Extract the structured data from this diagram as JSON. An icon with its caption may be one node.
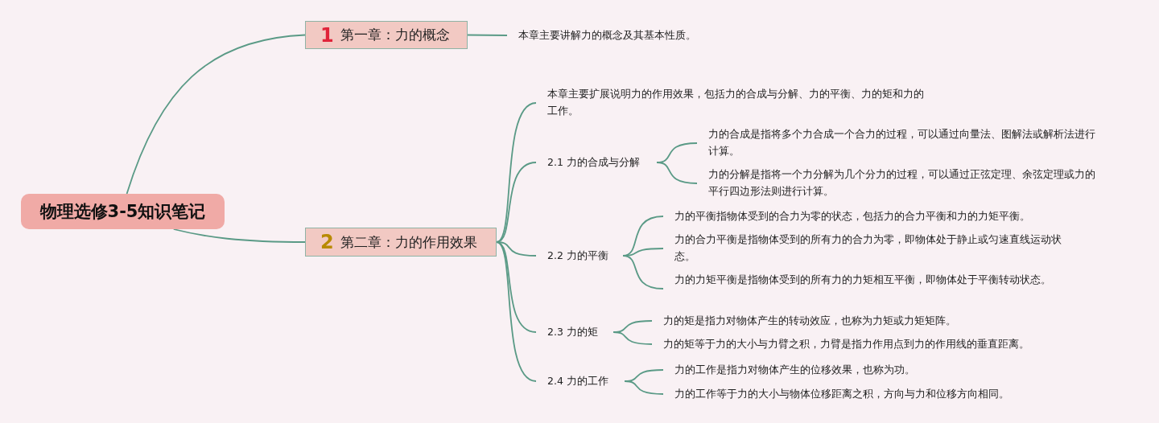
{
  "diagram": {
    "nodes": [
      {
        "text": [
          "物理选修3-5知识笔记"
        ]
      },
      {
        "text": [
          "1",
          "第一章：力的概念"
        ]
      },
      {
        "text": [
          "本章主要讲解力的概念及其基本性质。"
        ]
      },
      {
        "text": [
          "2",
          "第二章：力的作用效果"
        ]
      },
      {
        "text": [
          "本章主要扩展说明力的作用效果，包括力的合成与分解、力的平衡、力的矩和力的工作。"
        ]
      },
      {
        "text": [
          "2.1 力的合成与分解"
        ]
      },
      {
        "text": [
          "力的合成是指将多个力合成一个合力的过程，可以通过向量法、图解法或解析法进行计算。"
        ]
      },
      {
        "text": [
          "力的分解是指将一个力分解为几个分力的过程，可以通过正弦定理、余弦定理或力的平行四边形法则进行计算。"
        ]
      },
      {
        "text": [
          "2.2 力的平衡"
        ]
      },
      {
        "text": [
          "力的平衡指物体受到的合力为零的状态，包括力的合力平衡和力的力矩平衡。"
        ]
      },
      {
        "text": [
          "力的合力平衡是指物体受到的所有力的合力为零，即物体处于静止或匀速直线运动状态。"
        ]
      },
      {
        "text": [
          "力的力矩平衡是指物体受到的所有力的力矩相互平衡，即物体处于平衡转动状态。"
        ]
      },
      {
        "text": [
          "2.3 力的矩"
        ]
      },
      {
        "text": [
          "力的矩是指力对物体产生的转动效应，也称为力矩或力矩矩阵。"
        ]
      },
      {
        "text": [
          "力的矩等于力的大小与力臂之积，力臂是指力作用点到力的作用线的垂直距离。"
        ]
      },
      {
        "text": [
          "2.4 力的工作"
        ]
      },
      {
        "text": [
          "力的工作是指力对物体产生的位移效果，也称为功。"
        ]
      },
      {
        "text": [
          "力的工作等于力的大小与物体位移距离之积，方向与力和位移方向相同。"
        ]
      }
    ],
    "edges": [
      {
        "from": 0,
        "to": 1,
        "arrow": "none"
      },
      {
        "from": 1,
        "to": 2,
        "arrow": "none"
      },
      {
        "from": 0,
        "to": 3,
        "arrow": "none"
      },
      {
        "from": 3,
        "to": 4,
        "arrow": "none"
      },
      {
        "from": 3,
        "to": 5,
        "arrow": "none"
      },
      {
        "from": 5,
        "to": 6,
        "arrow": "none"
      },
      {
        "from": 5,
        "to": 7,
        "arrow": "none"
      },
      {
        "from": 3,
        "to": 8,
        "arrow": "none"
      },
      {
        "from": 8,
        "to": 9,
        "arrow": "none"
      },
      {
        "from": 8,
        "to": 10,
        "arrow": "none"
      },
      {
        "from": 8,
        "to": 11,
        "arrow": "none"
      },
      {
        "from": 3,
        "to": 12,
        "arrow": "none"
      },
      {
        "from": 12,
        "to": 13,
        "arrow": "none"
      },
      {
        "from": 12,
        "to": 14,
        "arrow": "none"
      },
      {
        "from": 3,
        "to": 15,
        "arrow": "none"
      },
      {
        "from": 15,
        "to": 16,
        "arrow": "none"
      },
      {
        "from": 15,
        "to": 17,
        "arrow": "none"
      }
    ]
  }
}
